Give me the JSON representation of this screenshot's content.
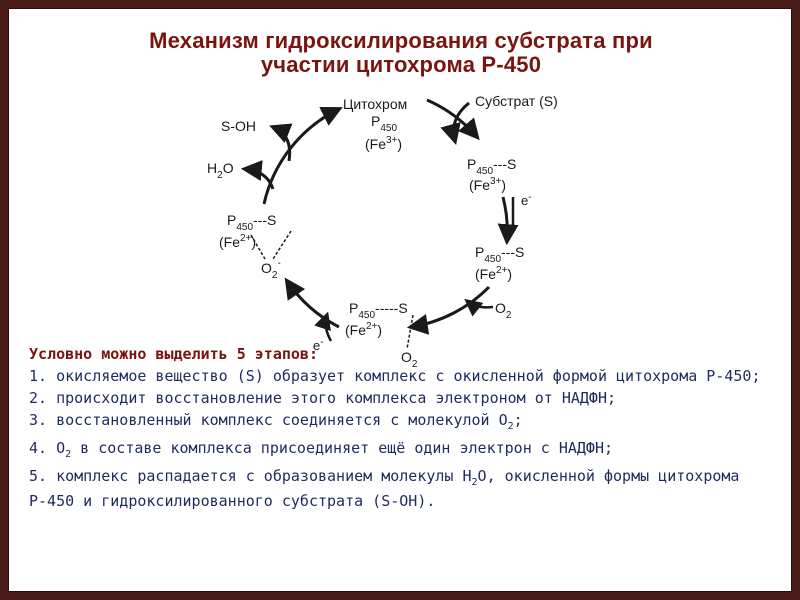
{
  "title_line1": "Механизм гидроксилирования субстрата при",
  "title_line2": "участии цитохрома Р-450",
  "diagram": {
    "top_name": "Цитохром",
    "top_p": "P",
    "top_p_sub": "450",
    "top_fe": "(Fe",
    "top_fe_sup": "3+",
    "top_fe_close": ")",
    "substrate": "Субстрат (S)",
    "c1_p": "P",
    "c1_sub": "450",
    "c1_bond": "---S",
    "c1_fe": "(Fe",
    "c1_sup": "3+",
    "c1_close": ")",
    "e1": "e",
    "e1_sup": "-",
    "c2_p": "P",
    "c2_sub": "450",
    "c2_bond": "---S",
    "c2_fe": "(Fe",
    "c2_sup": "2+",
    "c2_close": ")",
    "o2_in": "O",
    "o2_in_sub": "2",
    "c3_p": "P",
    "c3_sub": "450",
    "c3_bond": "-----S",
    "c3_fe": "(Fe",
    "c3_sup": "2+",
    "c3_close": ")",
    "c3_o": "O",
    "c3_o_sub": "2",
    "e2": "e",
    "e2_sup": "-",
    "c4_p": "P",
    "c4_sub": "450",
    "c4_bond": "---S",
    "c4_fe": "(Fe",
    "c4_sup": "2+",
    "c4_close": ")",
    "c4_o": "O",
    "c4_o_sub": "2",
    "c4_o_sup": "-",
    "h2o_h": "H",
    "h2o_sub": "2",
    "h2o_o": "O",
    "soh": "S-OH"
  },
  "notes": {
    "heading": "Условно можно выделить 5 этапов:",
    "step1": "1. окисляемое вещество (S) образует комплекс с окисленной формой цитохрома Р-450;",
    "step2": "2. происходит восстановление  этого комплекса электроном от НАДФН;",
    "step3_pre": "3. восстановленный комплекс соединяется с молекулой О",
    "step3_sub": "2",
    "step3_post": ";",
    "step4_pre": "4. О",
    "step4_sub": "2",
    "step4_post": "  в составе комплекса присоединяет ещё один электрон с НАДФН;",
    "step5_pre": "5. комплекс распадается с образованием молекулы Н",
    "step5_sub": "2",
    "step5_post": "О, окисленной формы цитохрома Р-450 и гидроксилированного субстрата (S-OH)."
  },
  "colors": {
    "frame": "#4a1b17",
    "title": "#7a1410",
    "body_text": "#1f2a5e"
  }
}
